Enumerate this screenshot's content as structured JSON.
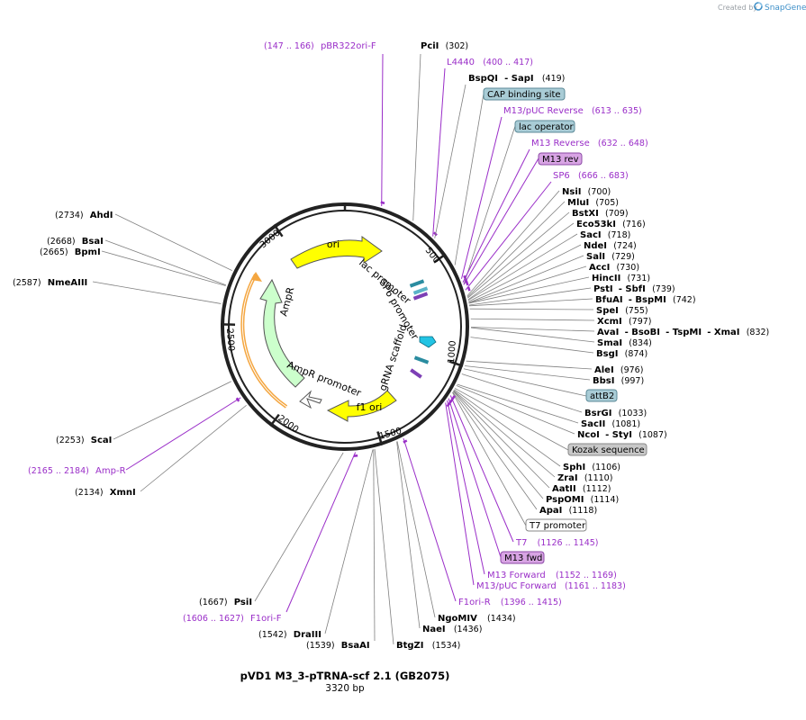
{
  "app": {
    "credit_text": "Created by",
    "brand_text": "SnapGene"
  },
  "plasmid": {
    "name": "pVD1 M3_3-pTRNA-scf 2.1 (GB2075)",
    "length_text": "3320 bp",
    "length_bp": 3320
  },
  "ticks": [
    "500",
    "1000",
    "1500",
    "2000",
    "2500",
    "3000"
  ],
  "features": [
    {
      "name": "ori",
      "color": "#ffff00"
    },
    {
      "name": "f1 ori",
      "color": "#ffff00"
    },
    {
      "name": "AmpR",
      "color": "#ccffcc"
    },
    {
      "name": "AmpR promoter",
      "color": "#ffffff"
    },
    {
      "name": "lac promoter",
      "color": "#2a8ca0"
    },
    {
      "name": "SP6 promoter",
      "color": "#2a8ca0"
    },
    {
      "name": "gRNA scaffold",
      "color": "#2a8ca0"
    }
  ],
  "colors": {
    "primer": "#9a2ec8",
    "enzyme_line": "#808080",
    "backbone": "#222222",
    "amp_arc": "#f4a640",
    "marker": "#22c4e4"
  },
  "labels": [
    {
      "items": [
        {
          "t": "PciI",
          "s": "b"
        },
        {
          "t": "(302)",
          "s": "pos"
        }
      ]
    },
    {
      "items": [
        {
          "t": "(147 .. 166)",
          "s": "pos primer"
        },
        {
          "t": "pBR322ori-F",
          "s": "primer"
        }
      ]
    },
    {
      "items": [
        {
          "t": "L4440",
          "s": "primer"
        },
        {
          "t": "(400 .. 417)",
          "s": "pos primer"
        }
      ]
    },
    {
      "items": [
        {
          "t": "BspQI",
          "s": "b"
        },
        {
          "t": "- SapI",
          "s": "b"
        },
        {
          "t": "(419)",
          "s": "pos"
        }
      ]
    },
    {
      "items": [
        {
          "t": "CAP binding site",
          "s": "box-teal"
        }
      ]
    },
    {
      "items": [
        {
          "t": "M13/pUC Reverse",
          "s": "primer"
        },
        {
          "t": "(613 .. 635)",
          "s": "pos primer"
        }
      ]
    },
    {
      "items": [
        {
          "t": "lac operator",
          "s": "box-teal"
        }
      ]
    },
    {
      "items": [
        {
          "t": "M13 Reverse",
          "s": "primer"
        },
        {
          "t": "(632 .. 648)",
          "s": "pos primer"
        }
      ]
    },
    {
      "items": [
        {
          "t": "M13 rev",
          "s": "box-purple"
        }
      ]
    },
    {
      "items": [
        {
          "t": "SP6",
          "s": "primer"
        },
        {
          "t": "(666 .. 683)",
          "s": "pos primer"
        }
      ]
    },
    {
      "items": [
        {
          "t": "NsiI",
          "s": "b"
        },
        {
          "t": "(700)",
          "s": "pos"
        }
      ]
    },
    {
      "items": [
        {
          "t": "MluI",
          "s": "b"
        },
        {
          "t": "(705)",
          "s": "pos"
        }
      ]
    },
    {
      "items": [
        {
          "t": "BstXI",
          "s": "b"
        },
        {
          "t": "(709)",
          "s": "pos"
        }
      ]
    },
    {
      "items": [
        {
          "t": "Eco53kI",
          "s": "b"
        },
        {
          "t": "(716)",
          "s": "pos"
        }
      ]
    },
    {
      "items": [
        {
          "t": "SacI",
          "s": "b"
        },
        {
          "t": "(718)",
          "s": "pos"
        }
      ]
    },
    {
      "items": [
        {
          "t": "NdeI",
          "s": "b"
        },
        {
          "t": "(724)",
          "s": "pos"
        }
      ]
    },
    {
      "items": [
        {
          "t": "SalI",
          "s": "b"
        },
        {
          "t": "(729)",
          "s": "pos"
        }
      ]
    },
    {
      "items": [
        {
          "t": "AccI",
          "s": "b"
        },
        {
          "t": "(730)",
          "s": "pos"
        }
      ]
    },
    {
      "items": [
        {
          "t": "HincII",
          "s": "b"
        },
        {
          "t": "(731)",
          "s": "pos"
        }
      ]
    },
    {
      "items": [
        {
          "t": "PstI",
          "s": "b"
        },
        {
          "t": "- SbfI",
          "s": "b"
        },
        {
          "t": "(739)",
          "s": "pos"
        }
      ]
    },
    {
      "items": [
        {
          "t": "BfuAI",
          "s": "b"
        },
        {
          "t": "- BspMI",
          "s": "b"
        },
        {
          "t": "(742)",
          "s": "pos"
        }
      ]
    },
    {
      "items": [
        {
          "t": "SpeI",
          "s": "b"
        },
        {
          "t": "(755)",
          "s": "pos"
        }
      ]
    },
    {
      "items": [
        {
          "t": "XcmI",
          "s": "b"
        },
        {
          "t": "(797)",
          "s": "pos"
        }
      ]
    },
    {
      "items": [
        {
          "t": "AvaI",
          "s": "b"
        },
        {
          "t": "- BsoBI",
          "s": "b"
        },
        {
          "t": "- TspMI",
          "s": "b"
        },
        {
          "t": "- XmaI",
          "s": "b"
        },
        {
          "t": "(832)",
          "s": "pos"
        }
      ]
    },
    {
      "items": [
        {
          "t": "SmaI",
          "s": "b"
        },
        {
          "t": "(834)",
          "s": "pos"
        }
      ]
    },
    {
      "items": [
        {
          "t": "BsgI",
          "s": "b"
        },
        {
          "t": "(874)",
          "s": "pos"
        }
      ]
    },
    {
      "items": [
        {
          "t": "AleI",
          "s": "b"
        },
        {
          "t": "(976)",
          "s": "pos"
        }
      ]
    },
    {
      "items": [
        {
          "t": "BbsI",
          "s": "b"
        },
        {
          "t": "(997)",
          "s": "pos"
        }
      ]
    },
    {
      "items": [
        {
          "t": "attB2",
          "s": "box-teal"
        }
      ]
    },
    {
      "items": [
        {
          "t": "BsrGI",
          "s": "b"
        },
        {
          "t": "(1033)",
          "s": "pos"
        }
      ]
    },
    {
      "items": [
        {
          "t": "SacII",
          "s": "b"
        },
        {
          "t": "(1081)",
          "s": "pos"
        }
      ]
    },
    {
      "items": [
        {
          "t": "NcoI",
          "s": "b"
        },
        {
          "t": "- StyI",
          "s": "b"
        },
        {
          "t": "(1087)",
          "s": "pos"
        }
      ]
    },
    {
      "items": [
        {
          "t": "Kozak sequence",
          "s": "box-gray"
        }
      ]
    },
    {
      "items": [
        {
          "t": "SphI",
          "s": "b"
        },
        {
          "t": "(1106)",
          "s": "pos"
        }
      ]
    },
    {
      "items": [
        {
          "t": "ZraI",
          "s": "b"
        },
        {
          "t": "(1110)",
          "s": "pos"
        }
      ]
    },
    {
      "items": [
        {
          "t": "AatII",
          "s": "b"
        },
        {
          "t": "(1112)",
          "s": "pos"
        }
      ]
    },
    {
      "items": [
        {
          "t": "PspOMI",
          "s": "b"
        },
        {
          "t": "(1114)",
          "s": "pos"
        }
      ]
    },
    {
      "items": [
        {
          "t": "ApaI",
          "s": "b"
        },
        {
          "t": "(1118)",
          "s": "pos"
        }
      ]
    },
    {
      "items": [
        {
          "t": "T7 promoter",
          "s": "box-white"
        }
      ]
    },
    {
      "items": [
        {
          "t": "T7",
          "s": "primer"
        },
        {
          "t": "(1126 .. 1145)",
          "s": "pos primer"
        }
      ]
    },
    {
      "items": [
        {
          "t": "M13 fwd",
          "s": "box-purple"
        }
      ]
    },
    {
      "items": [
        {
          "t": "M13 Forward",
          "s": "primer"
        },
        {
          "t": "(1152 .. 1169)",
          "s": "pos primer"
        }
      ]
    },
    {
      "items": [
        {
          "t": "M13/pUC Forward",
          "s": "primer"
        },
        {
          "t": "(1161 .. 1183)",
          "s": "pos primer"
        }
      ]
    },
    {
      "items": [
        {
          "t": "F1ori-R",
          "s": "primer"
        },
        {
          "t": "(1396 .. 1415)",
          "s": "pos primer"
        }
      ]
    },
    {
      "items": [
        {
          "t": "NgoMIV",
          "s": "b"
        },
        {
          "t": "(1434)",
          "s": "pos"
        }
      ]
    },
    {
      "items": [
        {
          "t": "NaeI",
          "s": "b"
        },
        {
          "t": "(1436)",
          "s": "pos"
        }
      ]
    },
    {
      "items": [
        {
          "t": "BtgZI",
          "s": "b"
        },
        {
          "t": "(1534)",
          "s": "pos"
        }
      ]
    },
    {
      "items": [
        {
          "t": "(1539)",
          "s": "pos"
        },
        {
          "t": "BsaAI",
          "s": "b"
        }
      ]
    },
    {
      "items": [
        {
          "t": "(1542)",
          "s": "pos"
        },
        {
          "t": "DraIII",
          "s": "b"
        }
      ]
    },
    {
      "items": [
        {
          "t": "(1606 .. 1627)",
          "s": "pos primer"
        },
        {
          "t": "F1ori-F",
          "s": "primer"
        }
      ]
    },
    {
      "items": [
        {
          "t": "(1667)",
          "s": "pos"
        },
        {
          "t": "PsiI",
          "s": "b"
        }
      ]
    },
    {
      "items": [
        {
          "t": "(2134)",
          "s": "pos"
        },
        {
          "t": "XmnI",
          "s": "b"
        }
      ]
    },
    {
      "items": [
        {
          "t": "(2165 .. 2184)",
          "s": "pos primer"
        },
        {
          "t": "Amp-R",
          "s": "primer"
        }
      ]
    },
    {
      "items": [
        {
          "t": "(2253)",
          "s": "pos"
        },
        {
          "t": "ScaI",
          "s": "b"
        }
      ]
    },
    {
      "items": [
        {
          "t": "(2587)",
          "s": "pos"
        },
        {
          "t": "NmeAIII",
          "s": "b"
        }
      ]
    },
    {
      "items": [
        {
          "t": "(2665)",
          "s": "pos"
        },
        {
          "t": "BpmI",
          "s": "b"
        }
      ]
    },
    {
      "items": [
        {
          "t": "(2668)",
          "s": "pos"
        },
        {
          "t": "BsaI",
          "s": "b"
        }
      ]
    },
    {
      "items": [
        {
          "t": "(2734)",
          "s": "pos"
        },
        {
          "t": "AhdI",
          "s": "b"
        }
      ]
    }
  ]
}
